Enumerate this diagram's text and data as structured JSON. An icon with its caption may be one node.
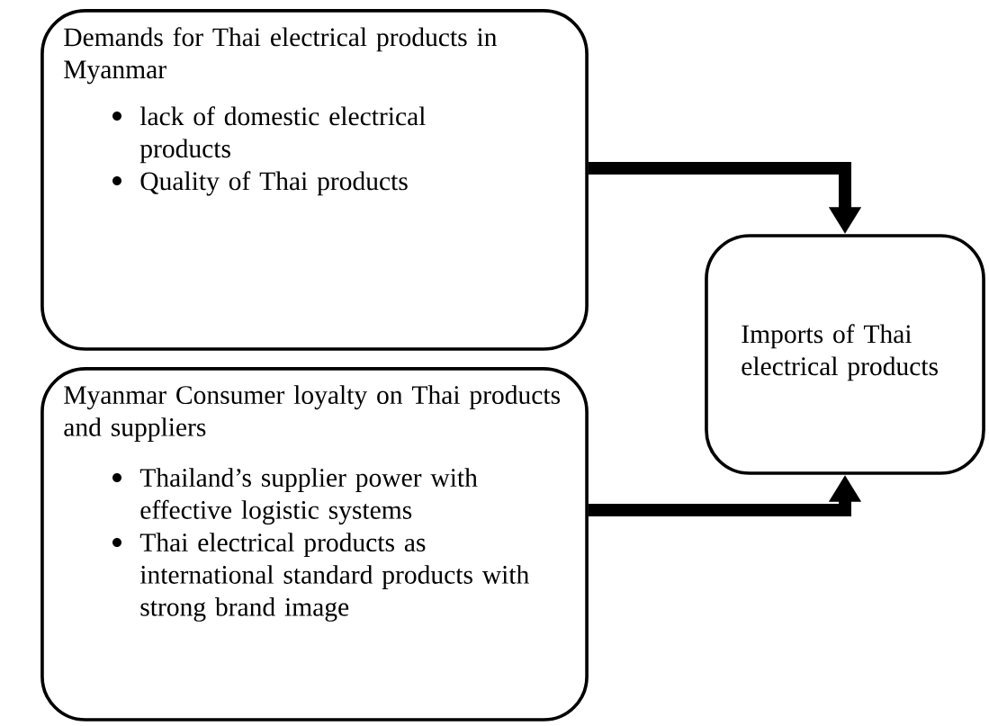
{
  "diagram": {
    "nodes": [
      {
        "text": [
          "Demands for Thai electrical products in Myanmar",
          "lack of domestic electrical products",
          "Quality of Thai products"
        ]
      },
      {
        "text": [
          "Imports of Thai electrical products"
        ]
      },
      {
        "text": [
          "Myanmar Consumer loyalty on Thai products and suppliers",
          "Thailand’s supplier power with effective logistic systems",
          "Thai electrical products as international standard products with strong brand image"
        ]
      }
    ],
    "edges": [
      {
        "from": 0,
        "to": 1,
        "arrow": "to"
      },
      {
        "from": 2,
        "to": 1,
        "arrow": "to"
      }
    ]
  }
}
